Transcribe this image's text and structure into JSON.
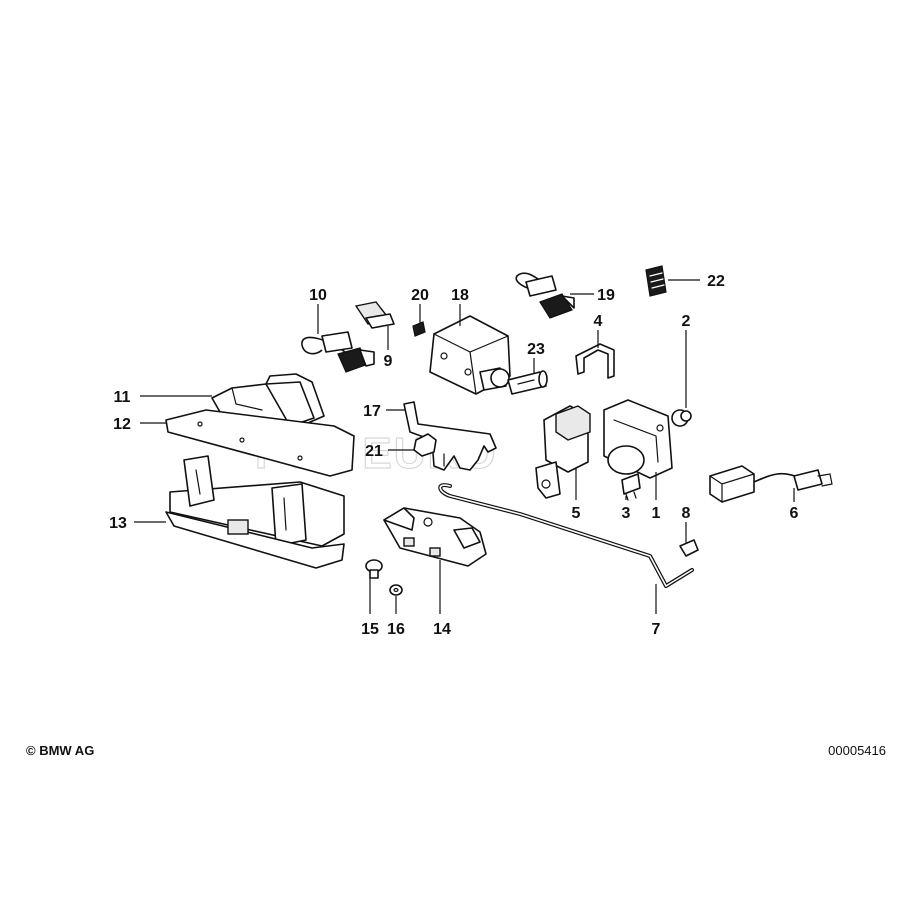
{
  "watermark": "FCP EURO",
  "callouts": {
    "c1": "1",
    "c2": "2",
    "c3": "3",
    "c4": "4",
    "c5": "5",
    "c6": "6",
    "c7": "7",
    "c8": "8",
    "c9": "9",
    "c10": "10",
    "c11": "11",
    "c12": "12",
    "c13": "13",
    "c14": "14",
    "c15": "15",
    "c16": "16",
    "c17": "17",
    "c18": "18",
    "c19": "19",
    "c20": "20",
    "c21": "21",
    "c22": "22",
    "c23": "23"
  },
  "footer": {
    "copyright": "© BMW AG",
    "diagram_number": "00005416"
  }
}
